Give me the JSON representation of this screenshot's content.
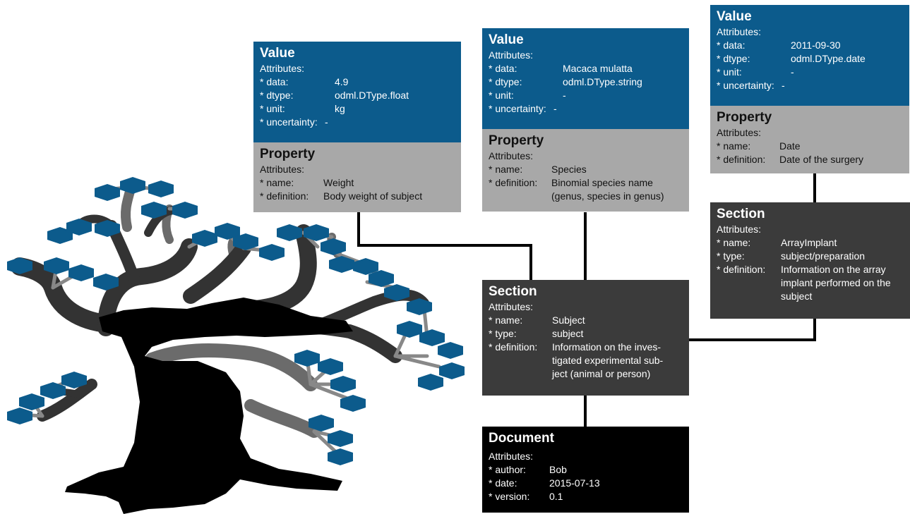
{
  "colors": {
    "value_box": "#0c5b8c",
    "property_box": "#a8a8a8",
    "section_box": "#3b3b3b",
    "document_box": "#000000",
    "tree_trunk": "#000000",
    "tree_branch_dark": "#333333",
    "tree_branch_light": "#6b6b6b",
    "leaf": "#0c5b8c",
    "connector": "#000000"
  },
  "weight": {
    "value": {
      "title": "Value",
      "attributes_label": "Attributes:",
      "rows": [
        {
          "key": "* data:",
          "val": "4.9"
        },
        {
          "key": "* dtype:",
          "val": "odml.DType.float"
        },
        {
          "key": "* unit:",
          "val": "kg"
        },
        {
          "key": "* uncertainty:",
          "val": "-"
        }
      ]
    },
    "property": {
      "title": "Property",
      "attributes_label": "Attributes:",
      "rows": [
        {
          "key": "* name:",
          "val": "Weight"
        },
        {
          "key": "* definition:",
          "val": "Body weight of subject"
        }
      ]
    }
  },
  "species": {
    "value": {
      "title": "Value",
      "attributes_label": "Attributes:",
      "rows": [
        {
          "key": "* data:",
          "val": "Macaca mulatta"
        },
        {
          "key": "* dtype:",
          "val": "odml.DType.string"
        },
        {
          "key": "* unit:",
          "val": "-"
        },
        {
          "key": "* uncertainty:",
          "val": "-"
        }
      ]
    },
    "property": {
      "title": "Property",
      "attributes_label": "Attributes:",
      "rows": [
        {
          "key": "* name:",
          "val": "Species"
        },
        {
          "key": "* definition:",
          "val": "Binomial species name\n(genus, species in genus)"
        }
      ]
    }
  },
  "date": {
    "value": {
      "title": "Value",
      "attributes_label": "Attributes:",
      "rows": [
        {
          "key": "* data:",
          "val": "2011-09-30"
        },
        {
          "key": "* dtype:",
          "val": "odml.DType.date"
        },
        {
          "key": "* unit:",
          "val": "-"
        },
        {
          "key": "* uncertainty:",
          "val": "-"
        }
      ]
    },
    "property": {
      "title": "Property",
      "attributes_label": "Attributes:",
      "rows": [
        {
          "key": "* name:",
          "val": "Date"
        },
        {
          "key": "* definition:",
          "val": "Date of the surgery"
        }
      ]
    }
  },
  "section_array": {
    "title": "Section",
    "attributes_label": "Attributes:",
    "rows": [
      {
        "key": "* name:",
        "val": "ArrayImplant"
      },
      {
        "key": "* type:",
        "val": "subject/preparation"
      },
      {
        "key": "* definition:",
        "val": "Information on the array\nimplant performed on the\nsubject"
      }
    ]
  },
  "section_subject": {
    "title": "Section",
    "attributes_label": "Attributes:",
    "rows": [
      {
        "key": "* name:",
        "val": "Subject"
      },
      {
        "key": "* type:",
        "val": "subject"
      },
      {
        "key": "* definition:",
        "val": "Information on the inves-\ntigated experimental sub-\nject (animal or person)"
      }
    ]
  },
  "document": {
    "title": "Document",
    "attributes_label": "Attributes:",
    "rows": [
      {
        "key": "* author:",
        "val": "Bob"
      },
      {
        "key": "* date:",
        "val": "2015-07-13"
      },
      {
        "key": "* version:",
        "val": "0.1"
      }
    ]
  }
}
